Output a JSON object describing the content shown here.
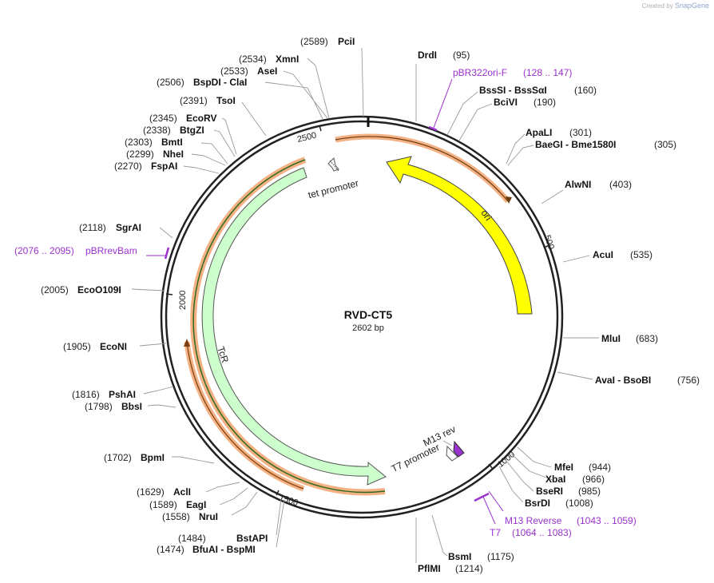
{
  "credit": {
    "prefix": "Created by",
    "brand": "SnapGene"
  },
  "plasmid": {
    "name": "RVD-CT5",
    "length_label": "2602 bp",
    "length": 2602
  },
  "colors": {
    "primer": "#9a32cd",
    "ori_fill": "#ffff00",
    "tcr_fill": "#ccffcc",
    "orf_outline": "#f4b183"
  },
  "ticks": [
    {
      "pos": 500,
      "label": "500"
    },
    {
      "pos": 1000,
      "label": "1000"
    },
    {
      "pos": 1500,
      "label": "1500"
    },
    {
      "pos": 2000,
      "label": "2000"
    },
    {
      "pos": 2500,
      "label": "2500"
    }
  ],
  "enzymes": [
    {
      "name": "PciI",
      "pos": "(2589)",
      "side": "left"
    },
    {
      "name": "DrdI",
      "pos": "(95)",
      "side": "right"
    },
    {
      "name": "BssSI  -  BssSαI",
      "pos": "(160)",
      "side": "right"
    },
    {
      "name": "BciVI",
      "pos": "(190)",
      "side": "right"
    },
    {
      "name": "ApaLI",
      "pos": "(301)",
      "side": "right"
    },
    {
      "name": "BaeGI  -  Bme1580I",
      "pos": "(305)",
      "side": "right"
    },
    {
      "name": "AlwNI",
      "pos": "(403)",
      "side": "right"
    },
    {
      "name": "AcuI",
      "pos": "(535)",
      "side": "right"
    },
    {
      "name": "MluI",
      "pos": "(683)",
      "side": "right"
    },
    {
      "name": "AvaI  -  BsoBI",
      "pos": "(756)",
      "side": "right"
    },
    {
      "name": "MfeI",
      "pos": "(944)",
      "side": "right"
    },
    {
      "name": "XbaI",
      "pos": "(966)",
      "side": "right"
    },
    {
      "name": "BseRI",
      "pos": "(985)",
      "side": "right"
    },
    {
      "name": "BsrDI",
      "pos": "(1008)",
      "side": "right"
    },
    {
      "name": "BsmI",
      "pos": "(1175)",
      "side": "right"
    },
    {
      "name": "PflMI",
      "pos": "(1214)",
      "side": "right"
    },
    {
      "name": "BstAPI",
      "pos": "(1484)",
      "side": "left"
    },
    {
      "name": "BfuAI  -  BspMI",
      "pos": "(1474)",
      "side": "left"
    },
    {
      "name": "NruI",
      "pos": "(1558)",
      "side": "left"
    },
    {
      "name": "EagI",
      "pos": "(1589)",
      "side": "left"
    },
    {
      "name": "AclI",
      "pos": "(1629)",
      "side": "left"
    },
    {
      "name": "BpmI",
      "pos": "(1702)",
      "side": "left"
    },
    {
      "name": "BbsI",
      "pos": "(1798)",
      "side": "left"
    },
    {
      "name": "PshAI",
      "pos": "(1816)",
      "side": "left"
    },
    {
      "name": "EcoNI",
      "pos": "(1905)",
      "side": "left"
    },
    {
      "name": "EcoO109I",
      "pos": "(2005)",
      "side": "left"
    },
    {
      "name": "SgrAI",
      "pos": "(2118)",
      "side": "left"
    },
    {
      "name": "FspAI",
      "pos": "(2270)",
      "side": "left"
    },
    {
      "name": "NheI",
      "pos": "(2299)",
      "side": "left"
    },
    {
      "name": "BmtI",
      "pos": "(2303)",
      "side": "left"
    },
    {
      "name": "BtgZI",
      "pos": "(2338)",
      "side": "left"
    },
    {
      "name": "EcoRV",
      "pos": "(2345)",
      "side": "left"
    },
    {
      "name": "TsoI",
      "pos": "(2391)",
      "side": "left"
    },
    {
      "name": "BspDI  -  ClaI",
      "pos": "(2506)",
      "side": "left"
    },
    {
      "name": "AseI",
      "pos": "(2533)",
      "side": "left"
    },
    {
      "name": "XmnI",
      "pos": "(2534)",
      "side": "left"
    }
  ],
  "primers": [
    {
      "name": "pBR322ori-F",
      "range": "(128 .. 147)"
    },
    {
      "name": "M13 Reverse",
      "range": "(1043 .. 1059)"
    },
    {
      "name": "T7",
      "range": "(1064 .. 1083)"
    },
    {
      "name": "pBRrevBam",
      "range": "(2076 .. 2095)"
    }
  ],
  "features": [
    {
      "name": "ori",
      "type": "rep_origin",
      "start": 150,
      "end": 740
    },
    {
      "name": "TcR",
      "type": "CDS",
      "start": 1150,
      "end": 2340
    },
    {
      "name": "tet promoter",
      "type": "promoter"
    },
    {
      "name": "M13 rev",
      "type": "primer_bind"
    },
    {
      "name": "T7 promoter",
      "type": "promoter"
    }
  ]
}
